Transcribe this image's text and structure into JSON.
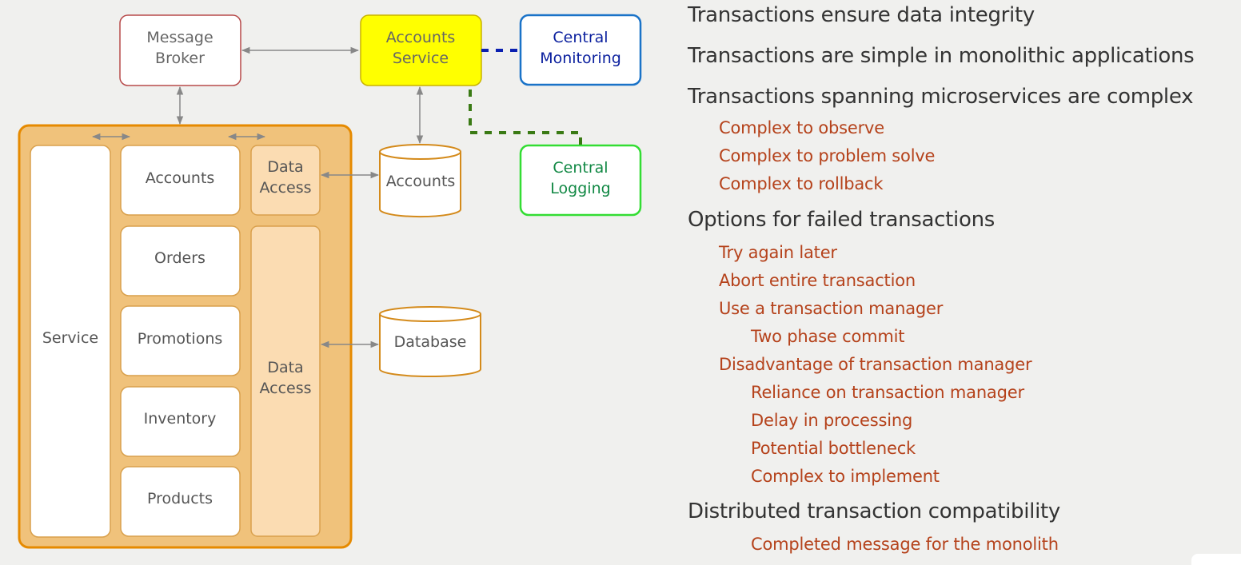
{
  "diagram": {
    "message_broker": "Message\nBroker",
    "accounts_service": "Accounts\nService",
    "central_monitoring": "Central\nMonitoring",
    "central_logging": "Central\nLogging",
    "accounts_db": "Accounts",
    "database": "Database",
    "service": "Service",
    "modules": [
      "Accounts",
      "Orders",
      "Promotions",
      "Inventory",
      "Products"
    ],
    "data_access_top": "Data\nAccess",
    "data_access_bottom": "Data\nAccess",
    "colors": {
      "monolith_fill": "#f0c27b",
      "monolith_border": "#e68a00",
      "accounts_service_fill": "#ffff00",
      "monitoring_border": "#1a73c8",
      "monitoring_text": "#0a1f9e",
      "logging_border": "#33dd33",
      "logging_text": "#118844",
      "logging_dash": "#3a7a14",
      "monitoring_dash": "#0a1fb0",
      "message_broker_border": "#b74a4a",
      "cylinder_border": "#d48a1a"
    }
  },
  "outline": [
    {
      "level": 1,
      "text": "Transactions ensure data integrity"
    },
    {
      "level": 1,
      "text": "Transactions are simple in monolithic applications"
    },
    {
      "level": 1,
      "text": "Transactions spanning microservices are complex"
    },
    {
      "level": 2,
      "text": "Complex to observe"
    },
    {
      "level": 2,
      "text": "Complex to problem solve"
    },
    {
      "level": 2,
      "text": "Complex to rollback"
    },
    {
      "level": 1,
      "text": "Options for failed transactions"
    },
    {
      "level": 2,
      "text": "Try again later"
    },
    {
      "level": 2,
      "text": "Abort entire transaction"
    },
    {
      "level": 2,
      "text": "Use a transaction manager"
    },
    {
      "level": 3,
      "text": "Two phase commit"
    },
    {
      "level": 2,
      "text": "Disadvantage of transaction manager"
    },
    {
      "level": 3,
      "text": "Reliance on transaction manager"
    },
    {
      "level": 3,
      "text": "Delay in processing"
    },
    {
      "level": 3,
      "text": "Potential bottleneck"
    },
    {
      "level": 3,
      "text": "Complex to implement"
    },
    {
      "level": 1,
      "text": "Distributed transaction compatibility"
    },
    {
      "level": 3,
      "text": "Completed message for the monolith"
    }
  ]
}
